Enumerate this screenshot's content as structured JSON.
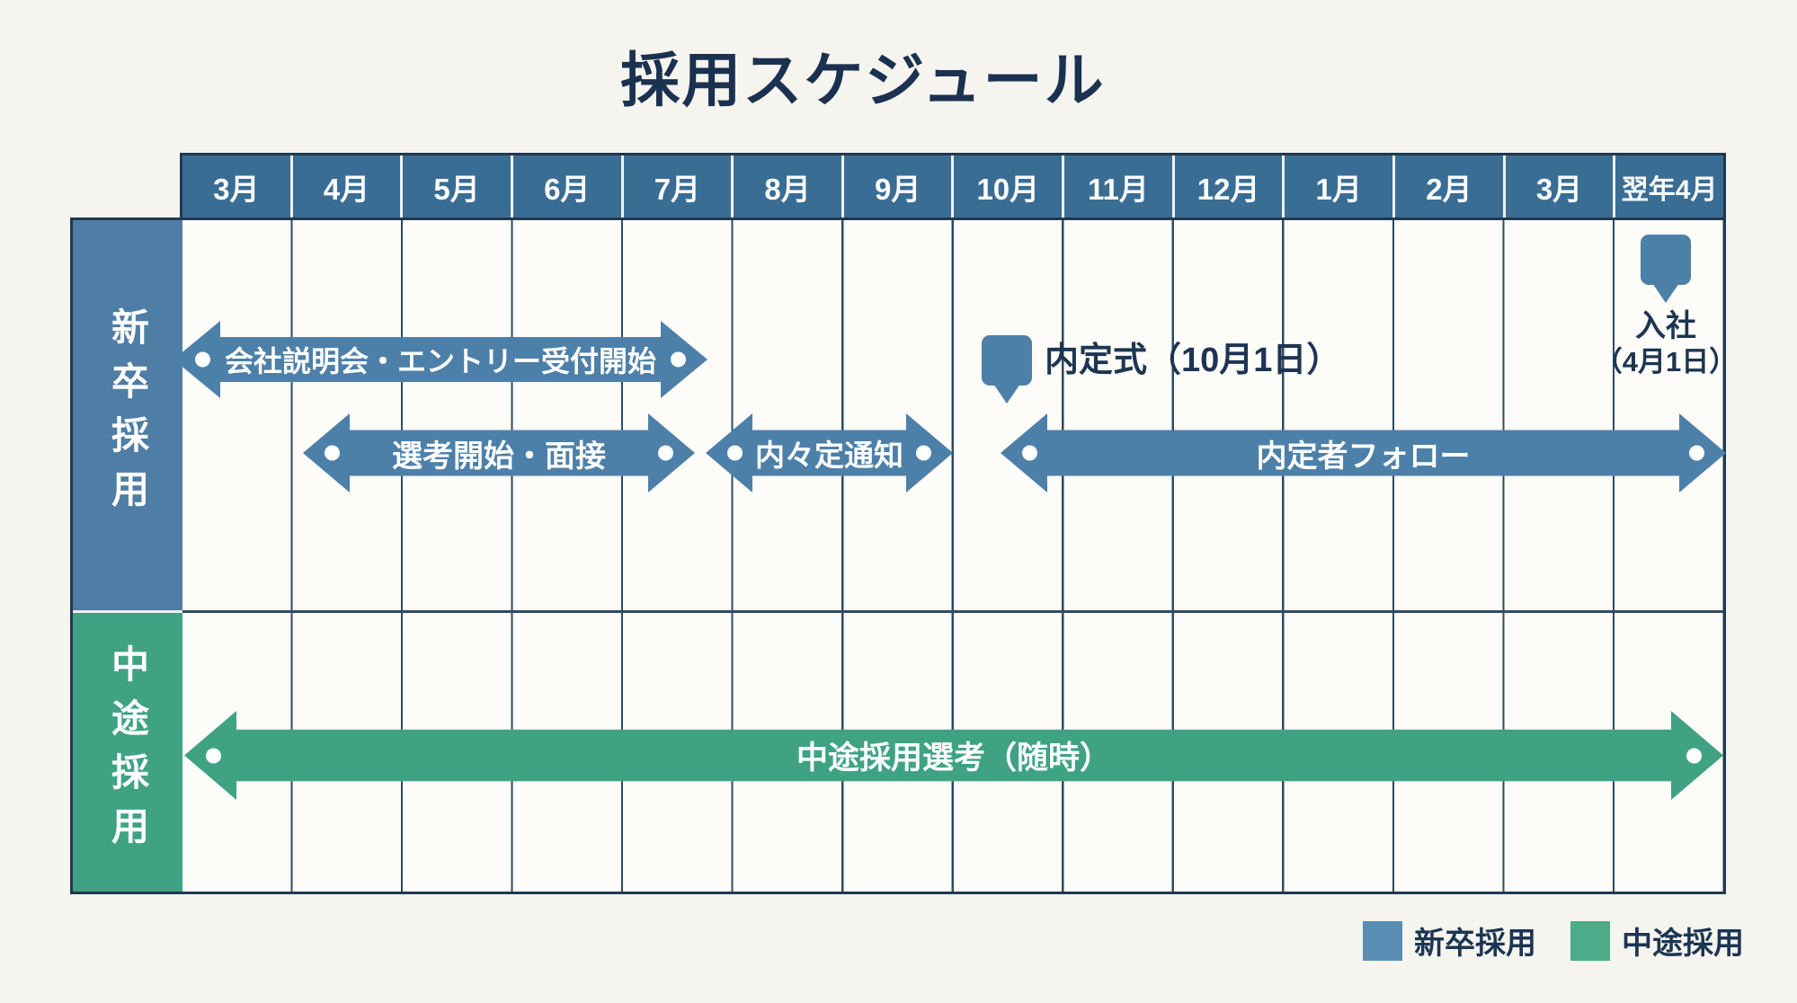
{
  "title": "採用スケジュール",
  "months": [
    "3月",
    "4月",
    "5月",
    "6月",
    "7月",
    "8月",
    "9月",
    "10月",
    "11月",
    "12月",
    "1月",
    "2月",
    "3月",
    "翌年4月"
  ],
  "rows": {
    "new_grad": {
      "label": "新卒採用"
    },
    "mid_career": {
      "label": "中途採用"
    }
  },
  "arrows": {
    "info_session": {
      "label": "会社説明会・エントリー受付開始"
    },
    "screening": {
      "label": "選考開始・面接"
    },
    "informal_offer": {
      "label": "内々定通知"
    },
    "offer_follow": {
      "label": "内定者フォロー"
    },
    "mid_career": {
      "label": "中途採用選考（随時）"
    }
  },
  "milestones": {
    "naiteishiki": {
      "label": "内定式（10月1日）"
    },
    "nyusha": {
      "line1": "入社",
      "line2": "（4月1日）"
    }
  },
  "legend": {
    "new_grad": "新卒採用",
    "mid_career": "中途採用"
  },
  "colors": {
    "header_blue": "#3a6d94",
    "row_label_blue": "#4e7da5",
    "arrow_blue": "#4d80a9",
    "row_label_green": "#3fa383",
    "arrow_green": "#3fa383",
    "legend_blue": "#5a8eb4",
    "legend_green": "#4cab88",
    "text_navy": "#1c3552",
    "grid_line": "#2e4b61",
    "background": "#f6f4ef"
  },
  "chart_data": {
    "type": "bar",
    "subtype": "gantt-timeline",
    "title": "採用スケジュール",
    "x_categories": [
      "3月",
      "4月",
      "5月",
      "6月",
      "7月",
      "8月",
      "9月",
      "10月",
      "11月",
      "12月",
      "1月",
      "2月",
      "3月",
      "翌年4月"
    ],
    "grid": true,
    "legend_position": "bottom-right",
    "series": [
      {
        "name": "新卒採用",
        "color": "#4d80a9",
        "tasks": [
          {
            "label": "会社説明会・エントリー受付開始",
            "start": "3月",
            "end": "7月"
          },
          {
            "label": "選考開始・面接",
            "start": "4月",
            "end": "7月"
          },
          {
            "label": "内々定通知",
            "start": "8月",
            "end": "9月"
          },
          {
            "label": "内定者フォロー",
            "start": "10月",
            "end": "翌年4月"
          }
        ],
        "milestones": [
          {
            "label": "内定式（10月1日）",
            "month": "10月"
          },
          {
            "label": "入社（4月1日）",
            "month": "翌年4月"
          }
        ]
      },
      {
        "name": "中途採用",
        "color": "#3fa383",
        "tasks": [
          {
            "label": "中途採用選考（随時）",
            "start": "3月",
            "end": "翌年4月"
          }
        ],
        "milestones": []
      }
    ],
    "legend": [
      "新卒採用",
      "中途採用"
    ]
  }
}
